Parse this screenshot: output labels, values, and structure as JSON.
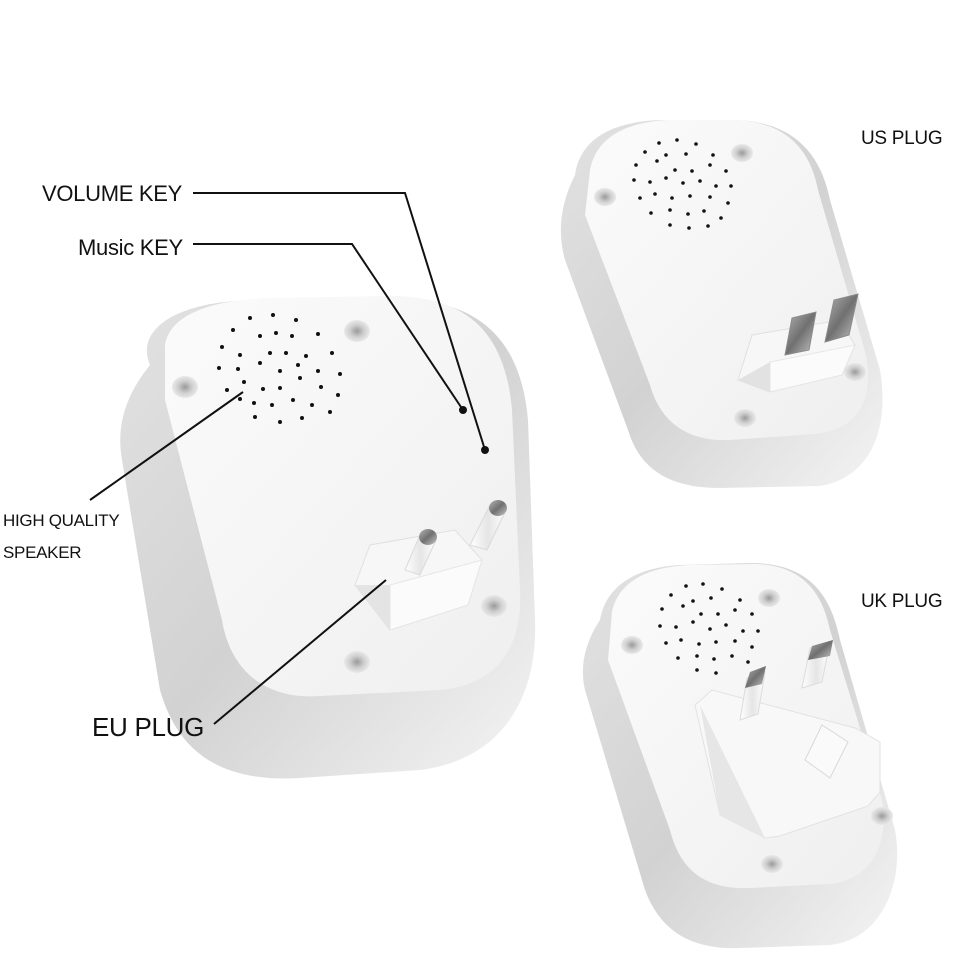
{
  "figure": {
    "type": "product-illustration",
    "subject": "plug-in doorbell receiver variants",
    "background_color": "#ffffff",
    "device_color": "#f4f4f4",
    "line_color": "#111111"
  },
  "callouts": {
    "volume_key": "VOLUME KEY",
    "music_key": "Music KEY",
    "speaker_line1": "HIGH QUALITY",
    "speaker_line2": "SPEAKER",
    "eu_plug": "EU PLUG"
  },
  "variants": [
    {
      "label": "EU PLUG",
      "plug": "two round pins"
    },
    {
      "label": "US PLUG",
      "plug": "two flat blades"
    },
    {
      "label": "UK PLUG",
      "plug": "three rectangular pins"
    }
  ],
  "variant_labels": {
    "us": "US PLUG",
    "uk": "UK PLUG"
  }
}
